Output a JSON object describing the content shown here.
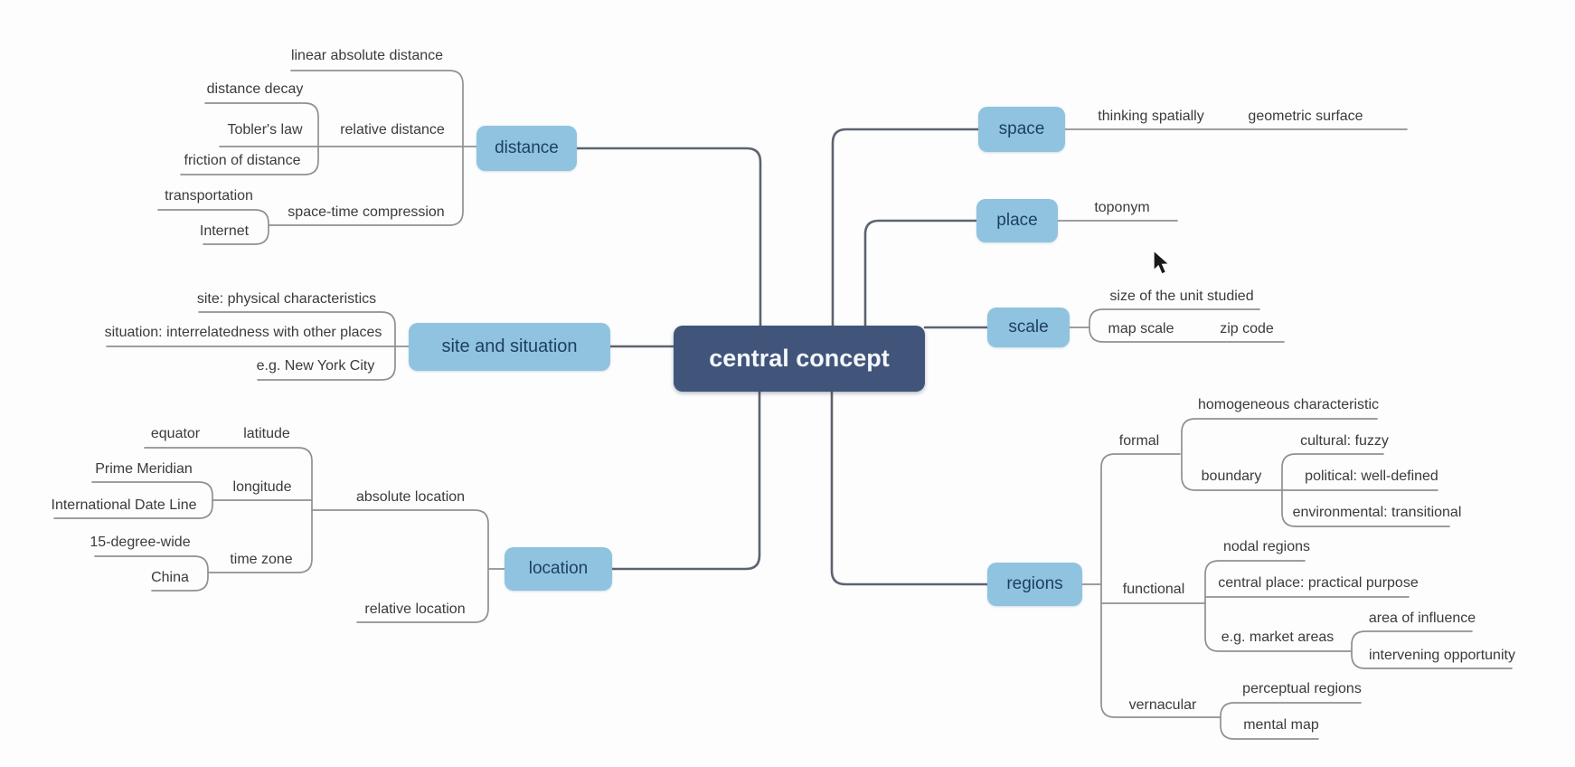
{
  "colors": {
    "topic_fill": "#8fc3e0",
    "topic_text": "#1e3e5f",
    "central_fill": "#41547a",
    "central_text": "#f4f8fc",
    "branch_line": "#8e9094",
    "trunk_line": "#5d636f"
  },
  "mindmap": {
    "root": "central concept",
    "branches": [
      {
        "label": "distance",
        "children": [
          {
            "label": "linear absolute distance"
          },
          {
            "label": "relative distance",
            "children": [
              {
                "label": "distance decay"
              },
              {
                "label": "Tobler's law"
              },
              {
                "label": "friction of distance"
              }
            ]
          },
          {
            "label": "space-time compression",
            "children": [
              {
                "label": "transportation"
              },
              {
                "label": "Internet"
              }
            ]
          }
        ]
      },
      {
        "label": "site and situation",
        "children": [
          {
            "label": "site: physical characteristics"
          },
          {
            "label": "situation: interrelatedness with other places"
          },
          {
            "label": "e.g. New York City"
          }
        ]
      },
      {
        "label": "location",
        "children": [
          {
            "label": "absolute location",
            "children": [
              {
                "label": "latitude",
                "children": [
                  {
                    "label": "equator"
                  }
                ]
              },
              {
                "label": "longitude",
                "children": [
                  {
                    "label": "Prime Meridian"
                  },
                  {
                    "label": "International Date Line"
                  }
                ]
              },
              {
                "label": "time zone",
                "children": [
                  {
                    "label": "15-degree-wide"
                  },
                  {
                    "label": "China"
                  }
                ]
              }
            ]
          },
          {
            "label": "relative location"
          }
        ]
      },
      {
        "label": "space",
        "children": [
          {
            "label": "thinking spatially",
            "children": [
              {
                "label": "geometric surface"
              }
            ]
          }
        ]
      },
      {
        "label": "place",
        "children": [
          {
            "label": "toponym"
          }
        ]
      },
      {
        "label": "scale",
        "children": [
          {
            "label": "size of the unit studied"
          },
          {
            "label": "map scale",
            "children": [
              {
                "label": "zip code"
              }
            ]
          }
        ]
      },
      {
        "label": "regions",
        "children": [
          {
            "label": "formal",
            "children": [
              {
                "label": "homogeneous characteristic"
              },
              {
                "label": "boundary",
                "children": [
                  {
                    "label": "cultural: fuzzy"
                  },
                  {
                    "label": "political: well-defined"
                  },
                  {
                    "label": "environmental: transitional"
                  }
                ]
              }
            ]
          },
          {
            "label": "functional",
            "children": [
              {
                "label": "nodal regions"
              },
              {
                "label": "central place: practical purpose"
              },
              {
                "label": "e.g. market areas",
                "children": [
                  {
                    "label": "area of influence"
                  },
                  {
                    "label": "intervening opportunity"
                  }
                ]
              }
            ]
          },
          {
            "label": "vernacular",
            "children": [
              {
                "label": "perceptual regions"
              },
              {
                "label": "mental map"
              }
            ]
          }
        ]
      }
    ]
  }
}
